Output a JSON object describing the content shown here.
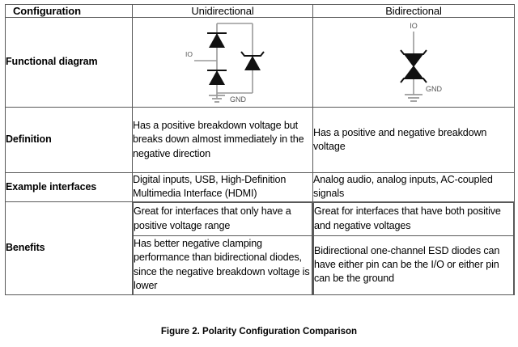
{
  "figure": {
    "caption": "Figure 2. Polarity Configuration Comparison"
  },
  "table": {
    "columns": [
      {
        "label": "Configuration",
        "key": "configuration"
      },
      {
        "label": "Unidirectional",
        "key": "unidirectional"
      },
      {
        "label": "Bidirectional",
        "key": "bidirectional"
      }
    ],
    "rows": [
      {
        "header": "Functional diagram",
        "type": "diagram",
        "unidirectional": {
          "diagram_name": "unidirectional-esd-diode-schematic",
          "labels": {
            "io": "IO",
            "gnd": "GND"
          }
        },
        "bidirectional": {
          "diagram_name": "bidirectional-esd-diode-schematic",
          "labels": {
            "io": "IO",
            "gnd": "GND"
          }
        }
      },
      {
        "header": "Definition",
        "type": "text",
        "unidirectional": "Has a positive breakdown voltage but breaks down almost immediately in the negative direction",
        "bidirectional": "Has a positive and negative breakdown voltage"
      },
      {
        "header": "Example interfaces",
        "type": "text",
        "unidirectional": "Digital inputs, USB, High-Definition Multimedia Interface (HDMI)",
        "bidirectional": "Analog audio, analog inputs, AC-coupled signals"
      },
      {
        "header": "Benefits",
        "type": "split",
        "unidirectional": [
          "Great for interfaces that only have a positive voltage range",
          "Has better negative clamping performance than bidirectional diodes, since the negative breakdown voltage is lower"
        ],
        "bidirectional": [
          "Great for interfaces that have both positive and negative voltages",
          "Bidirectional one-channel ESD diodes can have either pin can be the I/O or either pin can be the ground"
        ]
      }
    ]
  },
  "colors": {
    "border": "#595959",
    "wire": "#808080",
    "symbol": "#111111",
    "text": "#000000",
    "background": "#ffffff"
  }
}
